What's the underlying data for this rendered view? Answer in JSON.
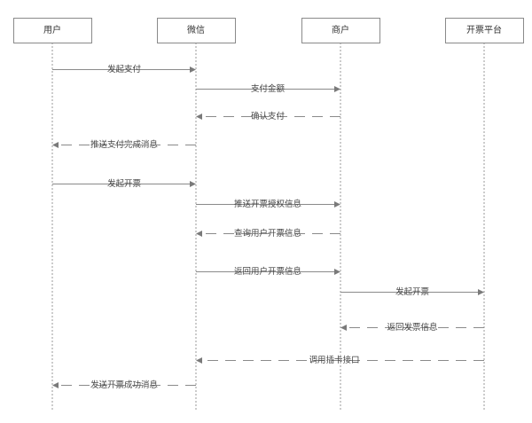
{
  "diagram": {
    "type": "sequence",
    "participants": [
      {
        "id": "user",
        "label": "用户"
      },
      {
        "id": "wechat",
        "label": "微信"
      },
      {
        "id": "merchant",
        "label": "商户"
      },
      {
        "id": "invoice",
        "label": "开票平台"
      }
    ],
    "messages": [
      {
        "from": "user",
        "to": "wechat",
        "label": "发起支付",
        "style": "solid"
      },
      {
        "from": "wechat",
        "to": "merchant",
        "label": "支付金额",
        "style": "solid"
      },
      {
        "from": "merchant",
        "to": "wechat",
        "label": "确认支付",
        "style": "dashed"
      },
      {
        "from": "wechat",
        "to": "user",
        "label": "推送支付完成消息",
        "style": "dashed"
      },
      {
        "from": "user",
        "to": "wechat",
        "label": "发起开票",
        "style": "solid"
      },
      {
        "from": "wechat",
        "to": "merchant",
        "label": "推送开票授权信息",
        "style": "solid"
      },
      {
        "from": "merchant",
        "to": "wechat",
        "label": "查询用户开票信息",
        "style": "dashed"
      },
      {
        "from": "wechat",
        "to": "merchant",
        "label": "返回用户开票信息",
        "style": "solid"
      },
      {
        "from": "merchant",
        "to": "invoice",
        "label": "发起开票",
        "style": "solid"
      },
      {
        "from": "invoice",
        "to": "merchant",
        "label": "返回发票信息",
        "style": "dashed"
      },
      {
        "from": "invoice",
        "to": "wechat",
        "label": "调用插卡接口",
        "style": "dashed"
      },
      {
        "from": "wechat",
        "to": "user",
        "label": "发送开票成功消息",
        "style": "dashed"
      }
    ]
  }
}
